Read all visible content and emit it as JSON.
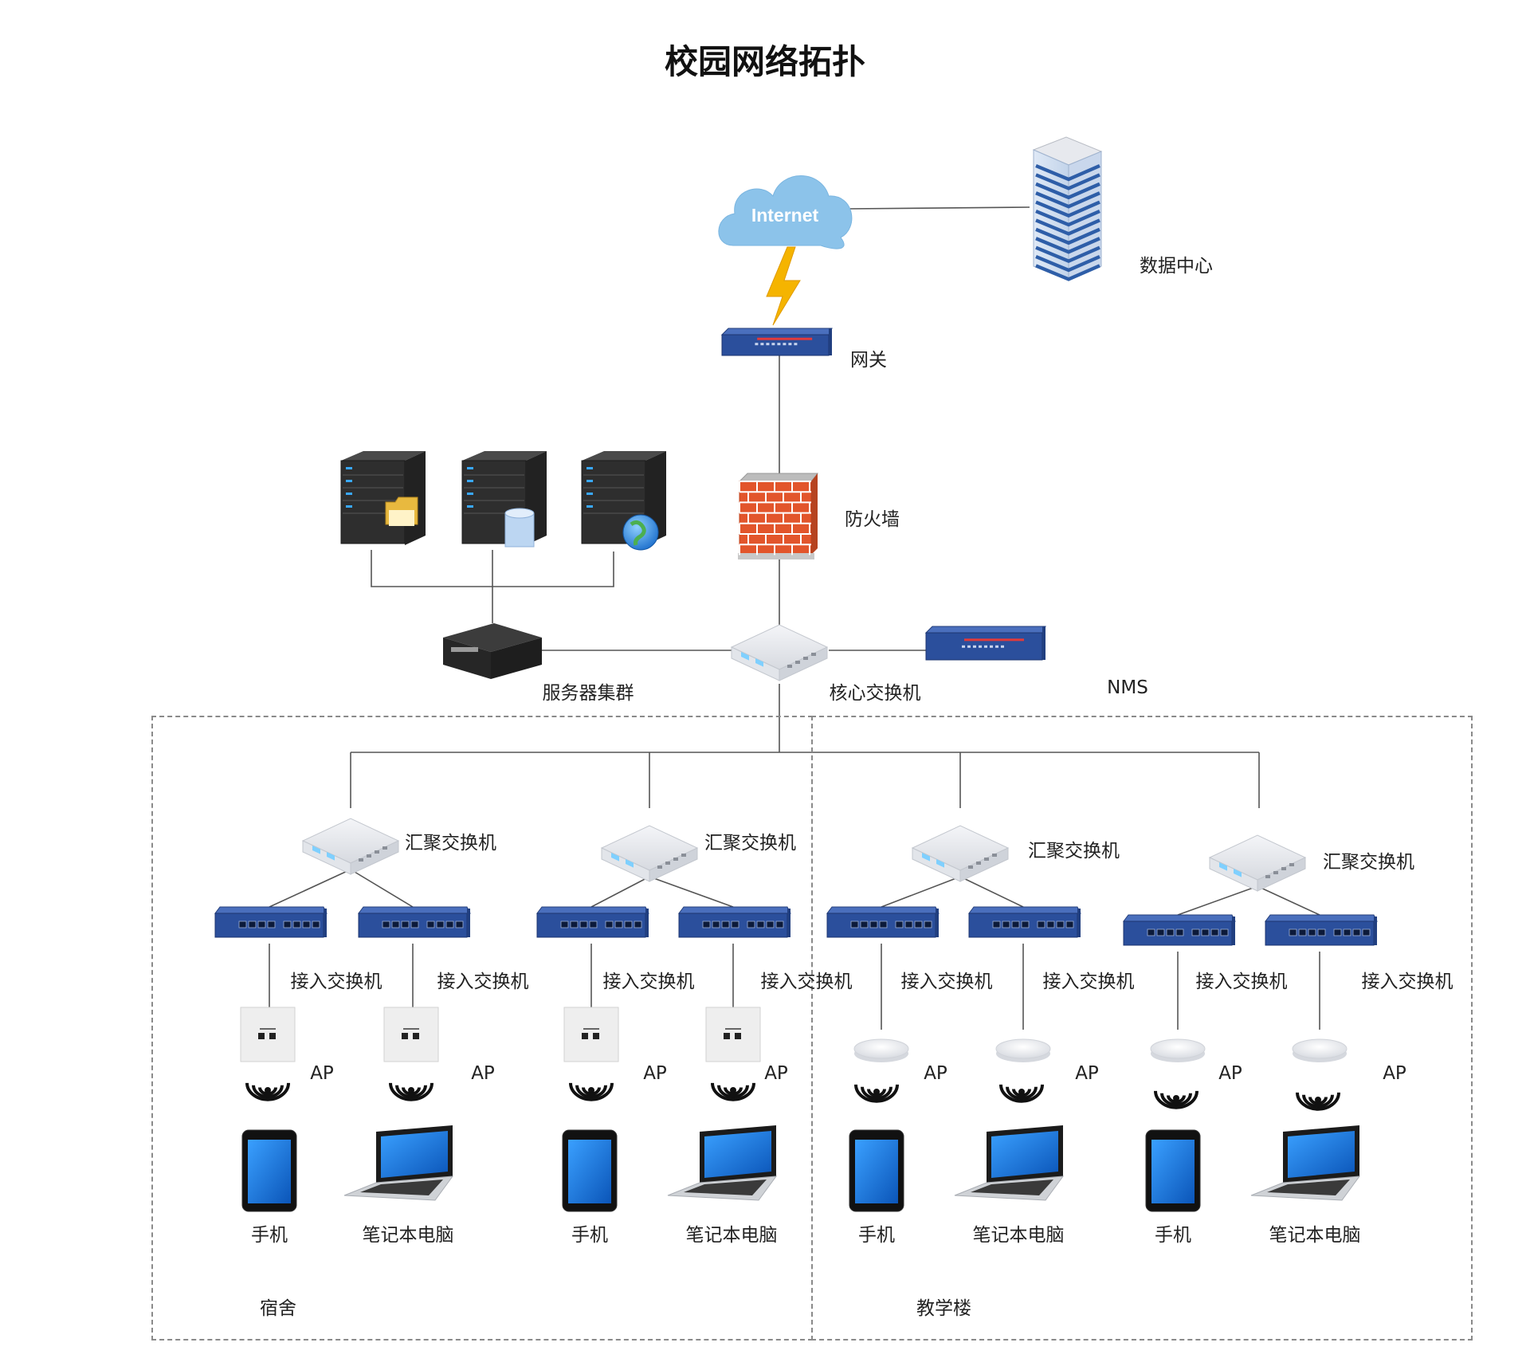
{
  "diagram": {
    "title": "校园网络拓扑",
    "cloud_text": "Internet",
    "nodes": {
      "data_center": "数据中心",
      "gateway": "网关",
      "firewall": "防火墙",
      "server_cluster": "服务器集群",
      "core_switch": "核心交换机",
      "nms": "NMS"
    },
    "zones": {
      "dorm": "宿舍",
      "teaching": "教学楼"
    },
    "aggregation": [
      {
        "label": "汇聚交换机"
      },
      {
        "label": "汇聚交换机"
      },
      {
        "label": "汇聚交换机"
      },
      {
        "label": "汇聚交换机"
      }
    ],
    "access": [
      {
        "label": "接入交换机"
      },
      {
        "label": "接入交换机"
      },
      {
        "label": "接入交换机"
      },
      {
        "label": "接入交换机"
      },
      {
        "label": "接入交换机"
      },
      {
        "label": "接入交换机"
      },
      {
        "label": "接入交换机"
      },
      {
        "label": "接入交换机"
      }
    ],
    "ap": [
      {
        "label": "AP",
        "kind": "wall-panel-ap-icon"
      },
      {
        "label": "AP",
        "kind": "wall-panel-ap-icon"
      },
      {
        "label": "AP",
        "kind": "wall-panel-ap-icon"
      },
      {
        "label": "AP",
        "kind": "wall-panel-ap-icon"
      },
      {
        "label": "AP",
        "kind": "ceiling-ap-icon"
      },
      {
        "label": "AP",
        "kind": "ceiling-ap-icon"
      },
      {
        "label": "AP",
        "kind": "ceiling-ap-icon"
      },
      {
        "label": "AP",
        "kind": "ceiling-ap-icon"
      }
    ],
    "devices": [
      {
        "label": "手机",
        "kind": "phone-icon"
      },
      {
        "label": "笔记本电脑",
        "kind": "laptop-icon"
      },
      {
        "label": "手机",
        "kind": "phone-icon"
      },
      {
        "label": "笔记本电脑",
        "kind": "laptop-icon"
      },
      {
        "label": "手机",
        "kind": "phone-icon"
      },
      {
        "label": "笔记本电脑",
        "kind": "laptop-icon"
      },
      {
        "label": "手机",
        "kind": "phone-icon"
      },
      {
        "label": "笔记本电脑",
        "kind": "laptop-icon"
      }
    ],
    "colors": {
      "line": "#555555",
      "cloud": "#8cc3ea",
      "switch_blue": "#2b4f9c",
      "firewall_brick": "#e2552b",
      "server_dark": "#2e2e2e",
      "bolt": "#f5b400"
    }
  }
}
